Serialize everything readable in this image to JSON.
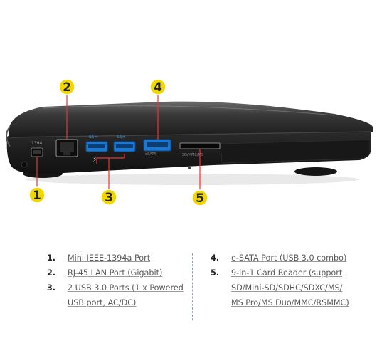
{
  "callouts": [
    {
      "number": "1"
    },
    {
      "number": "2"
    },
    {
      "number": "3"
    },
    {
      "number": "4"
    },
    {
      "number": "5"
    }
  ],
  "legend": {
    "left": [
      {
        "num": "1.",
        "lines": [
          "Mini IEEE-1394a  Port"
        ]
      },
      {
        "num": "2.",
        "lines": [
          "RJ-45 LAN Port (Gigabit)"
        ]
      },
      {
        "num": "3.",
        "lines": [
          "2 USB 3.0 Ports (1 x Powered",
          "USB port, AC/DC)"
        ]
      }
    ],
    "right": [
      {
        "num": "4.",
        "lines": [
          "e-SATA Port (USB 3.0  combo)"
        ]
      },
      {
        "num": "5.",
        "lines": [
          "9-in-1 Card Reader (support",
          "SD/Mini-SD/SDHC/SDXC/MS/",
          "MS Pro/MS Duo/MMC/RSMMC)"
        ]
      }
    ]
  },
  "colors": {
    "callout_fill": "#f2d600",
    "port_usb3_blue": "#1a78d4",
    "body_black": "#1b1b1b"
  }
}
